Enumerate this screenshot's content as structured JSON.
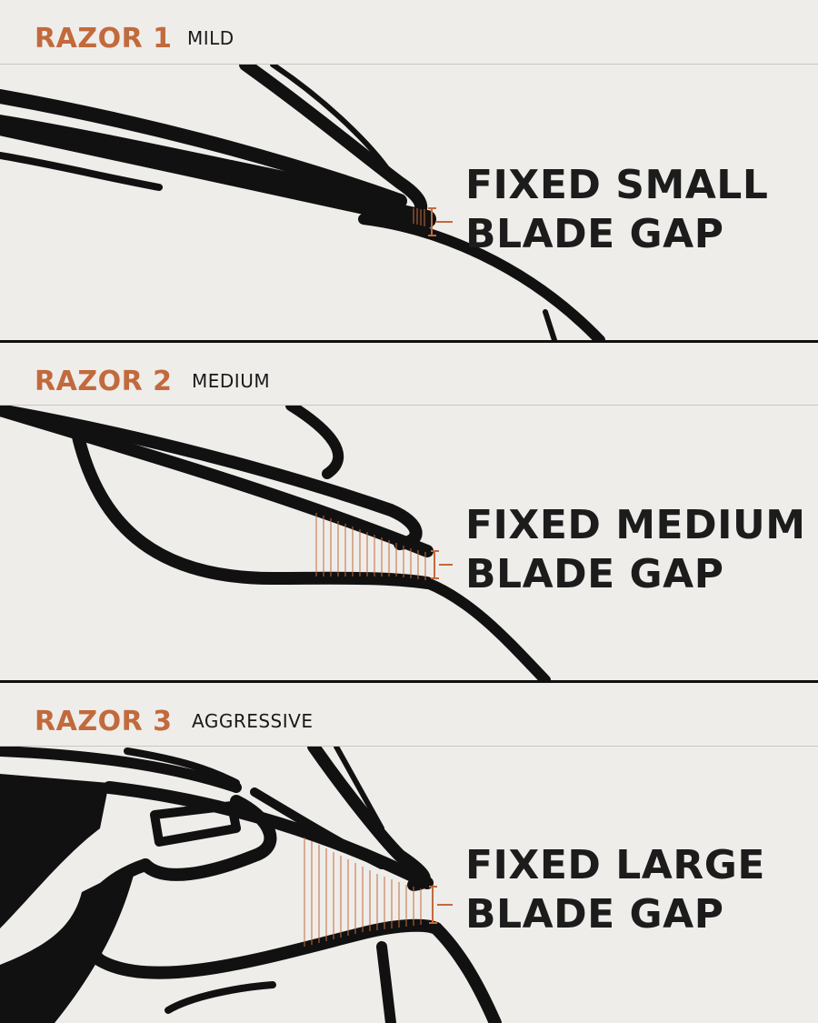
{
  "colors": {
    "accent": "#c26a3d",
    "ink": "#111111",
    "background": "#efedea"
  },
  "razors": [
    {
      "number": "RAZOR 1",
      "level": "MILD",
      "caption_line1": "FIXED SMALL",
      "caption_line2": "BLADE GAP"
    },
    {
      "number": "RAZOR 2",
      "level": "MEDIUM",
      "caption_line1": "FIXED MEDIUM",
      "caption_line2": "BLADE GAP"
    },
    {
      "number": "RAZOR 3",
      "level": "AGGRESSIVE",
      "caption_line1": "FIXED LARGE",
      "caption_line2": "BLADE GAP"
    }
  ]
}
